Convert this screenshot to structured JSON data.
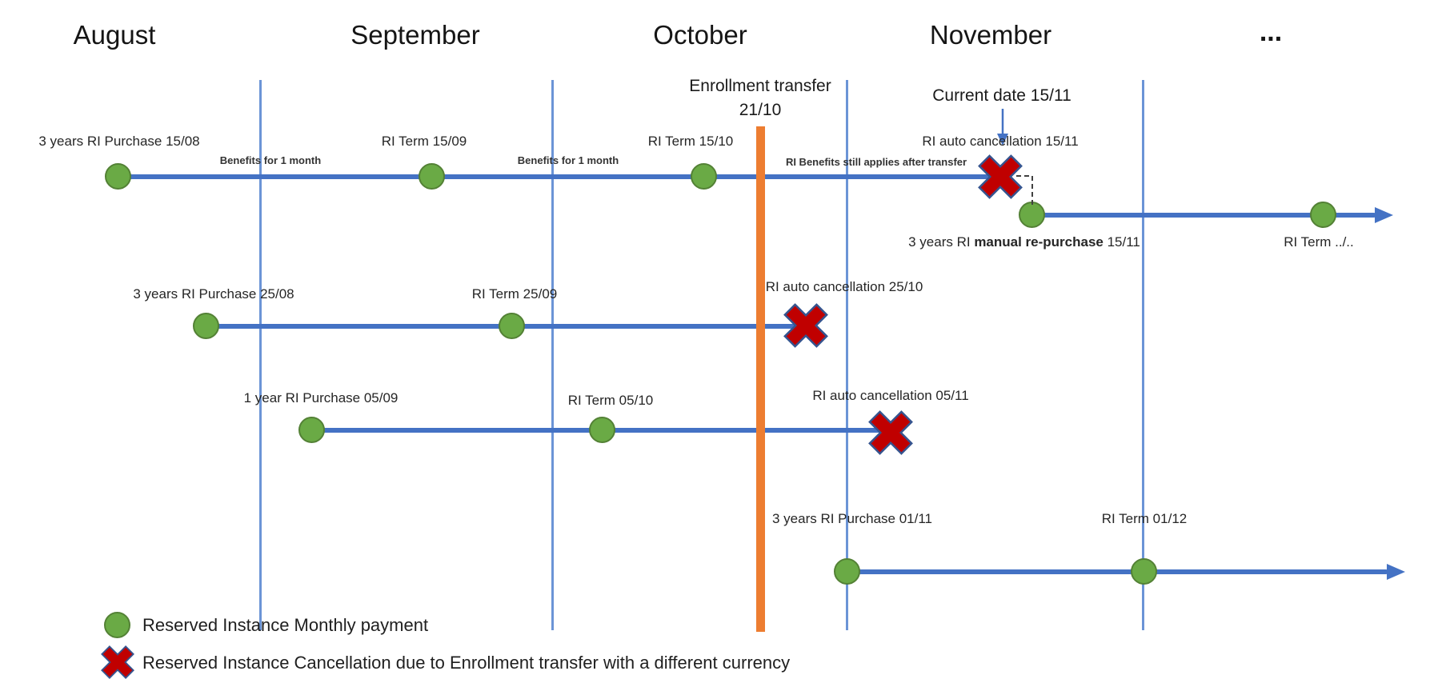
{
  "months": [
    {
      "label": "August"
    },
    {
      "label": "September"
    },
    {
      "label": "October"
    },
    {
      "label": "November"
    },
    {
      "label": "..."
    }
  ],
  "annotations": {
    "enrollment_transfer_line1": "Enrollment transfer",
    "enrollment_transfer_line2": "21/10",
    "current_date": "Current date 15/11"
  },
  "timeline1": {
    "purchase_label": "3 years RI Purchase 15/08",
    "benefit1_label": "Benefits for 1 month",
    "term_sep_label": "RI Term 15/09",
    "benefit2_label": "Benefits for 1 month",
    "term_oct_label": "RI Term 15/10",
    "benefit_after_label": "RI Benefits still applies after transfer",
    "cancel_label": "RI auto cancellation 15/11",
    "repurchase_prefix": "3 years RI ",
    "repurchase_bold": "manual re-purchase",
    "repurchase_suffix": " 15/11",
    "term_future_label": "RI Term ../.."
  },
  "timeline2": {
    "purchase_label": "3 years RI Purchase 25/08",
    "term_label": "RI Term 25/09",
    "cancel_label": "RI auto cancellation 25/10"
  },
  "timeline3": {
    "purchase_label": "1 year RI Purchase 05/09",
    "term_label": "RI Term 05/10",
    "cancel_label": "RI auto cancellation 05/11"
  },
  "timeline4": {
    "purchase_label": "3 years RI Purchase 01/11",
    "term_label": "RI Term 01/12"
  },
  "legend": [
    {
      "label": "Reserved Instance Monthly payment"
    },
    {
      "label": "Reserved Instance Cancellation due to Enrollment transfer with a different currency"
    }
  ],
  "colors": {
    "timeline_blue": "#4472c4",
    "divider_blue": "#6b94d6",
    "payment_green": "#6aaa45",
    "payment_green_border": "#538135",
    "cancel_red": "#c00000",
    "cancel_red_border": "#35548f",
    "transfer_orange": "#ed7d31"
  }
}
